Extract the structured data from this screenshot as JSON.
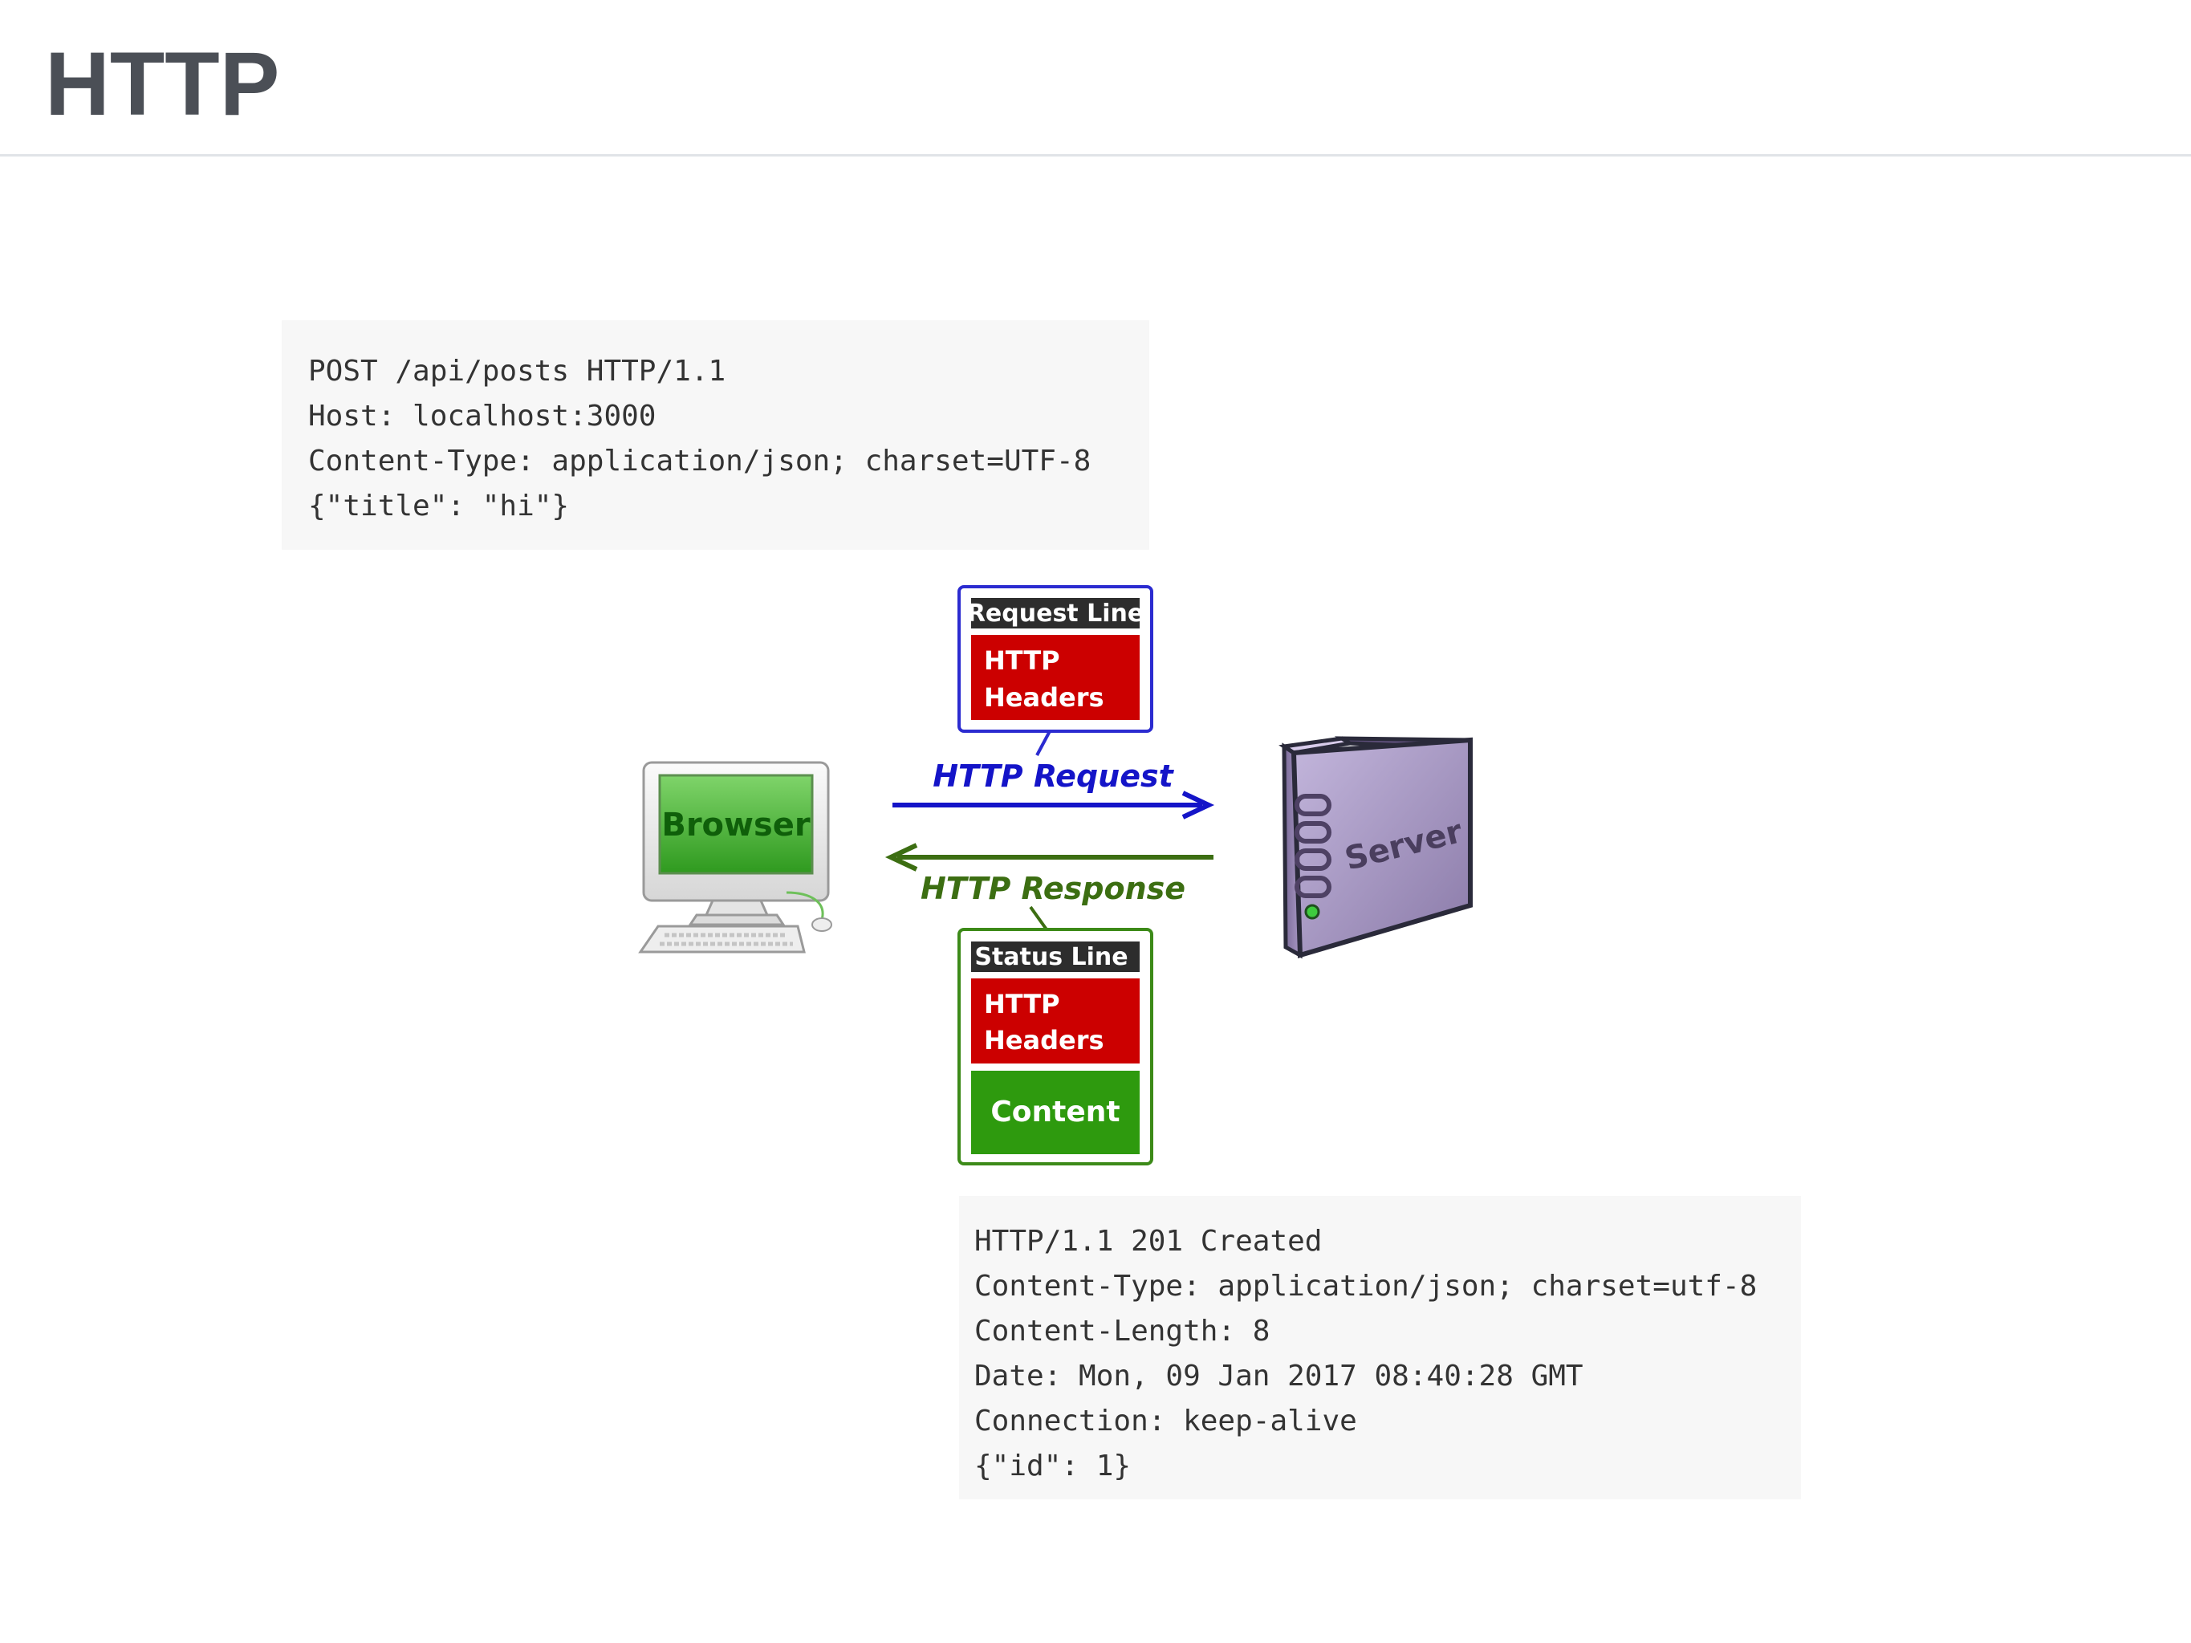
{
  "page": {
    "title": "HTTP"
  },
  "request_code": {
    "lines": [
      "POST /api/posts HTTP/1.1",
      "Host: localhost:3000",
      "Content-Type: application/json; charset=UTF-8",
      "{\"title\": \"hi\"}"
    ]
  },
  "diagram": {
    "browser_label": "Browser",
    "server_label": "Server",
    "request_label": "HTTP Request",
    "response_label": "HTTP Response",
    "request_box": {
      "first_line": "Request Line",
      "headers_line1": "HTTP",
      "headers_line2": "Headers"
    },
    "response_box": {
      "first_line": "Status Line",
      "headers_line1": "HTTP",
      "headers_line2": "Headers",
      "content": "Content"
    },
    "colors": {
      "request": "#1414c8",
      "response": "#3c6e12",
      "headers": "#cc0000",
      "content": "#2e9a0e",
      "screen": "#3fae2c",
      "server": "#9b8cb6"
    }
  },
  "response_code": {
    "lines": [
      "HTTP/1.1 201 Created",
      "Content-Type: application/json; charset=utf-8",
      "Content-Length: 8",
      "Date: Mon, 09 Jan 2017 08:40:28 GMT",
      "Connection: keep-alive",
      "{\"id\": 1}"
    ]
  }
}
